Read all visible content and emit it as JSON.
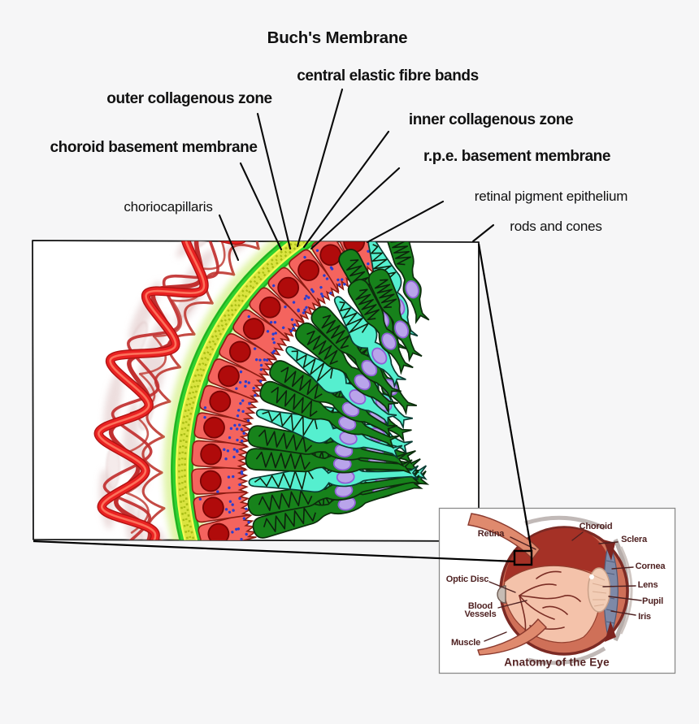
{
  "title": "Buch's Membrane",
  "membrane_labels": {
    "central_elastic": "central elastic fibre bands",
    "outer_collagenous": "outer collagenous zone",
    "inner_collagenous": "inner collagenous zone",
    "choroid_basement": "choroid basement membrane",
    "rpe_basement": "r.p.e. basement membrane"
  },
  "tissue_labels": {
    "choriocapillaris": "choriocapillaris",
    "retinal_pigment_epithelium": "retinal pigment epithelium",
    "rods_and_cones": "rods and cones"
  },
  "inset": {
    "title": "Anatomy of the Eye",
    "labels": {
      "retina": "Retina",
      "choroid": "Choroid",
      "sclera": "Sclera",
      "cornea": "Cornea",
      "lens": "Lens",
      "pupil": "Pupil",
      "iris": "Iris",
      "optic_disc": "Optic Disc",
      "blood_line1": "Blood",
      "blood_line2": "Vessels",
      "muscle": "Muscle"
    }
  },
  "colors": {
    "background": "#f6f6f7",
    "box_stroke": "#151515",
    "leader_line": "#0a0a0a",
    "vessel_bright": "#ea2222",
    "vessel_bright_dark": "#b01212",
    "vessel_highlight": "#ff8066",
    "vessel_dark": "#c12f2f",
    "vessel_net": "#c44a44",
    "stroma_cell": "#e2c9c9",
    "membrane_green": "#2fd12f",
    "membrane_green_edge": "#21a821",
    "membrane_yellow": "#dae440",
    "membrane_speckle": "#a9bd15",
    "membrane_bright_edge": "#f4fb55",
    "membrane_glow": "#b7e533",
    "rpe_fill": "#f4645e",
    "rpe_stroke": "#8c1b12",
    "rpe_nucleus": "#b00b0b",
    "rpe_nucleus_stroke": "#7a0505",
    "melanin_dot": "#2a3ed0",
    "rod_fill": "#17821b",
    "rod_stroke": "#0d2c0d",
    "zigzag": "#0d220d",
    "cone_fill": "#55efcf",
    "cone_stroke": "#0b3c33",
    "pr_nucleus": "#b9a4ea",
    "pr_nucleus_stroke": "#8f5fd6",
    "inset_border": "#8a8a8a",
    "inset_label": "#4e2121",
    "eye_ball": "#cf7058",
    "eye_ring": "#7c2a24",
    "eye_choroid_dark": "#a53126",
    "eye_fundus": "#f4c2aa",
    "eye_vessel": "#7a2d24",
    "eye_iris": "#7e89a7",
    "eye_lens": "#f2cdb6",
    "eye_muscle": "#df8a6e",
    "eye_gray": "#b6adaa"
  }
}
